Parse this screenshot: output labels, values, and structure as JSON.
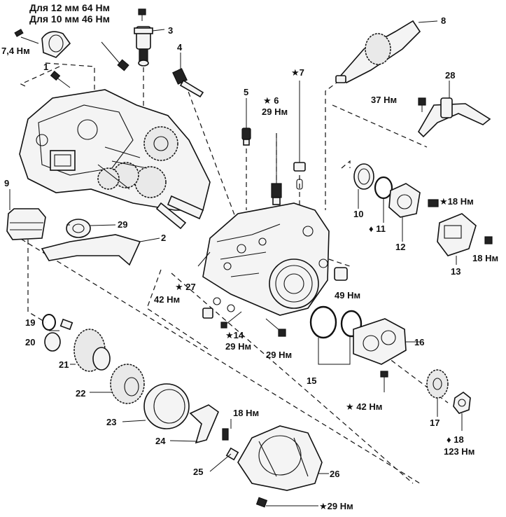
{
  "header": {
    "torque_12mm": "Для 12 мм 64 Нм",
    "torque_10mm": "Для 10 мм 46 Нм"
  },
  "labels": {
    "p1": "1",
    "p2": "2",
    "p3": "3",
    "p4": "4",
    "p5": "5",
    "p6": "★ 6",
    "p7": "★7",
    "p8": "8",
    "p9": "9",
    "p10": "10",
    "p11": "♦ 11",
    "p12": "12",
    "p13": "13",
    "p14": "★14",
    "p15": "15",
    "p16": "16",
    "p17": "17",
    "p18": "♦ 18",
    "p19": "19",
    "p20": "20",
    "p21": "21",
    "p22": "22",
    "p23": "23",
    "p24": "24",
    "p25": "25",
    "p26": "26",
    "p27": "★ 27",
    "p28": "28",
    "p29": "29"
  },
  "torques": {
    "t_7_4": "7,4 Нм",
    "t_29_p6": "29 Нм",
    "t_37": "37 Нм",
    "t_18_star": "★18 Нм",
    "t_18_p13": "18 Нм",
    "t_49": "49 Нм",
    "t_42_p27": "42 Нм",
    "t_29_p14": "29 Нм",
    "t_29_bolt": "29 Нм",
    "t_42_star": "★ 42 Нм",
    "t_123": "123 Нм",
    "t_18_p25": "18 Нм",
    "t_29_bottom": "★29 Нм"
  }
}
